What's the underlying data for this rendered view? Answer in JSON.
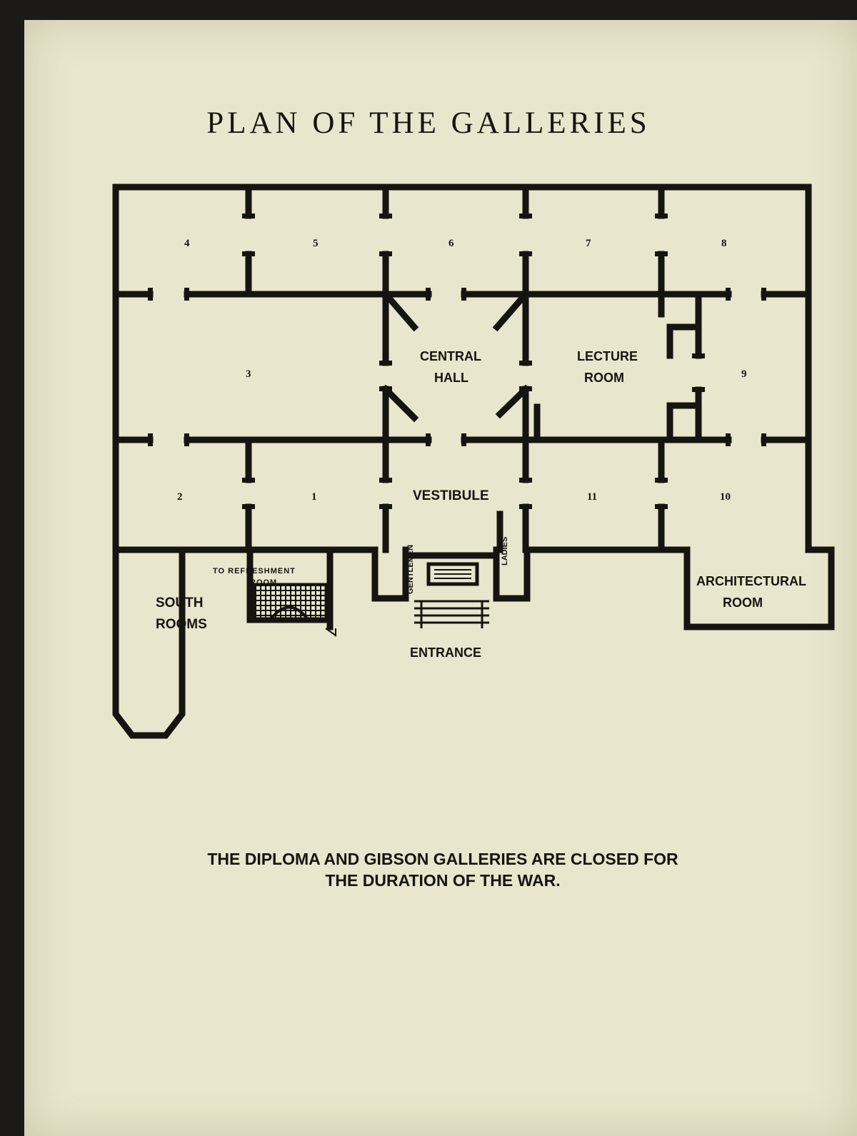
{
  "title": "PLAN OF THE GALLERIES",
  "rooms": {
    "r1": "1",
    "r2": "2",
    "r3": "3",
    "r4": "4",
    "r5": "5",
    "r6": "6",
    "r7": "7",
    "r8": "8",
    "r9": "9",
    "r10": "10",
    "r11": "11",
    "central_hall_1": "CENTRAL",
    "central_hall_2": "HALL",
    "lecture_room_1": "LECTURE",
    "lecture_room_2": "ROOM",
    "vestibule": "VESTIBULE",
    "refreshment_1": "TO REFRESHMENT",
    "refreshment_2": "ROOM",
    "south_rooms_1": "SOUTH",
    "south_rooms_2": "ROOMS",
    "gentlemen": "GENTLEMEN",
    "ladies": "LADIES",
    "architectural_1": "ARCHITECTURAL",
    "architectural_2": "ROOM",
    "entrance": "ENTRANCE"
  },
  "notice": {
    "line1": "THE DIPLOMA AND GIBSON GALLERIES ARE CLOSED FOR",
    "line2": "THE DURATION OF THE WAR."
  },
  "colors": {
    "paper": "#e8e6cc",
    "ink": "#161410",
    "background": "#1c1a18"
  }
}
